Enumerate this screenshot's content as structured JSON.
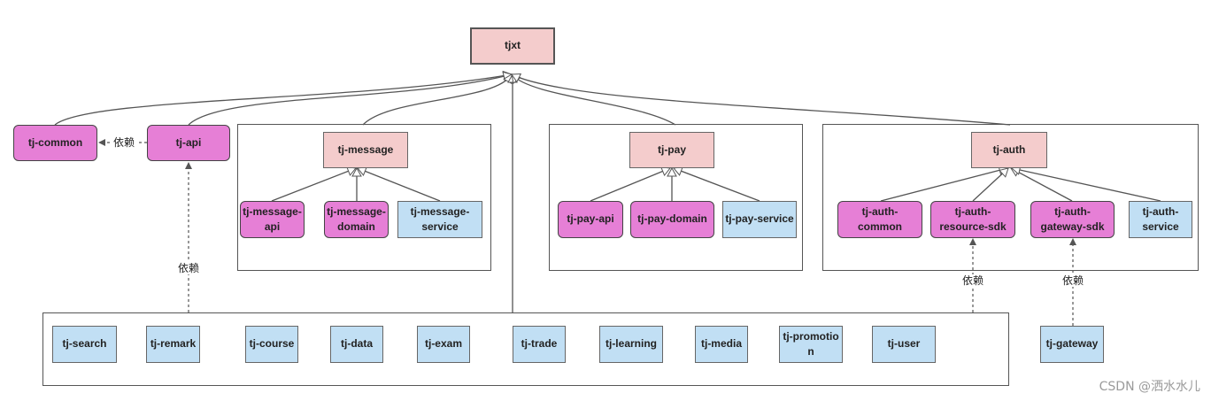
{
  "root": "tjxt",
  "common": {
    "common": "tj-common",
    "api": "tj-api",
    "dependency_label": "依赖"
  },
  "message": {
    "parent": "tj-message",
    "api": "tj-message-api",
    "domain": "tj-message-domain",
    "service": "tj-message-service"
  },
  "pay": {
    "parent": "tj-pay",
    "api": "tj-pay-api",
    "domain": "tj-pay-domain",
    "service": "tj-pay-service"
  },
  "auth": {
    "parent": "tj-auth",
    "common": "tj-auth-common",
    "resource_sdk": "tj-auth-resource-sdk",
    "gateway_sdk": "tj-auth-gateway-sdk",
    "service": "tj-auth-service"
  },
  "services": {
    "search": "tj-search",
    "remark": "tj-remark",
    "course": "tj-course",
    "data": "tj-data",
    "exam": "tj-exam",
    "trade": "tj-trade",
    "learning": "tj-learning",
    "media": "tj-media",
    "promotion": "tj-promotion",
    "user": "tj-user"
  },
  "gateway": "tj-gateway",
  "dependency_labels": [
    "依赖",
    "依赖",
    "依赖",
    "依赖"
  ],
  "watermark": "CSDN @洒水水儿"
}
